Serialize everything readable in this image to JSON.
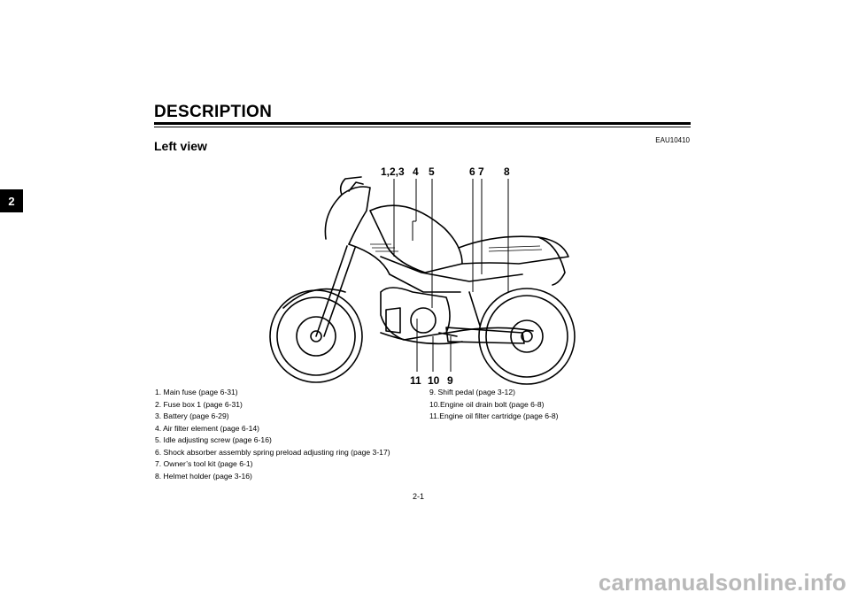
{
  "chapter_tab": "2",
  "section_title": "DESCRIPTION",
  "code": "EAU10410",
  "subtitle": "Left view",
  "callouts": {
    "top": [
      "1,2,3",
      "4",
      "5",
      "6",
      "7",
      "8"
    ],
    "bottom": [
      "11",
      "10",
      "9"
    ]
  },
  "legend_left": [
    "1.  Main fuse (page 6-31)",
    "2.  Fuse box 1 (page 6-31)",
    "3.  Battery (page 6-29)",
    "4.  Air filter element (page 6-14)",
    "5.  Idle adjusting screw (page 6-16)",
    "6.  Shock absorber assembly spring preload adjusting ring (page 3-17)",
    "7.  Owner’s tool kit (page 6-1)",
    "8.  Helmet holder (page 3-16)"
  ],
  "legend_right": [
    "9.  Shift pedal (page 3-12)",
    "10.Engine oil drain bolt (page 6-8)",
    "11.Engine oil filter cartridge (page 6-8)"
  ],
  "page_number": "2-1",
  "watermark": "carmanualsonline.info"
}
